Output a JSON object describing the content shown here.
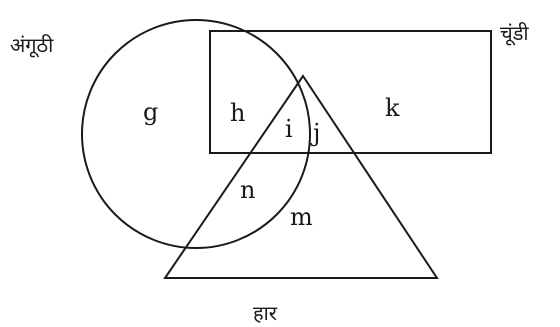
{
  "sets": {
    "circle": "अंगूठी",
    "rectangle": "चूंडी",
    "triangle": "हार"
  },
  "regions": {
    "g": "g",
    "h": "h",
    "i": "i",
    "j": "j",
    "k": "k",
    "n": "n",
    "m": "m"
  }
}
